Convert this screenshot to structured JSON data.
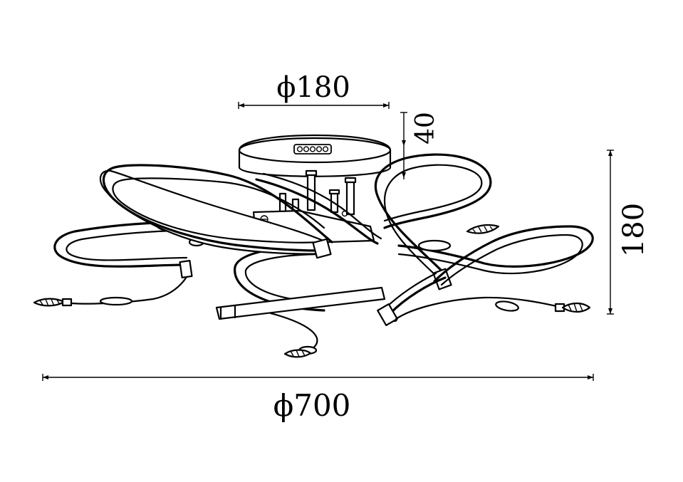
{
  "dimensions": {
    "canopy_diameter": "ϕ180",
    "canopy_height": "40",
    "overall_height": "180",
    "overall_diameter": "ϕ700"
  },
  "colors": {
    "ink": "#000000",
    "paper": "#ffffff"
  }
}
